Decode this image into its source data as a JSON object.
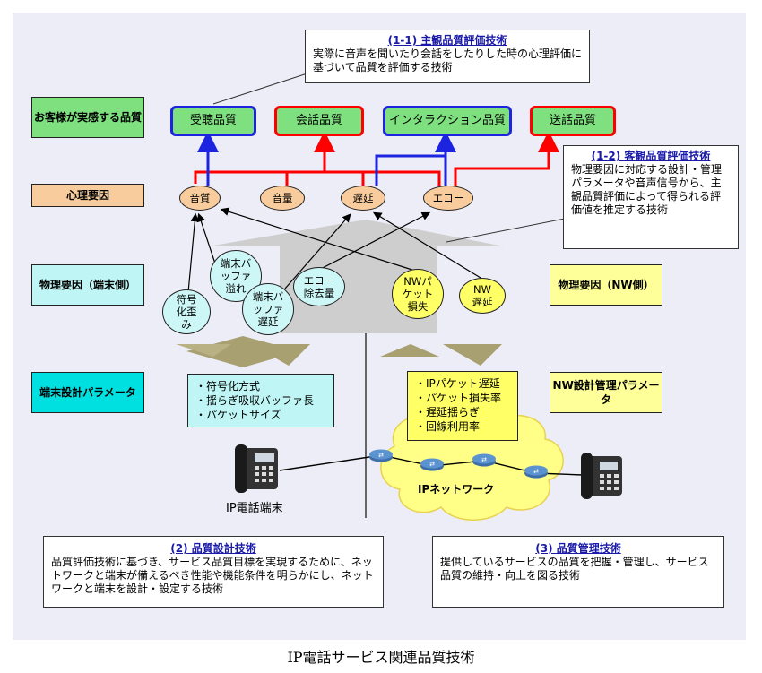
{
  "title": "IP電話サービス関連品質技術",
  "rows": {
    "customer_quality": "お客様が実感する品質",
    "psychological": "心理要因",
    "physical_terminal": "物理要因（端末側）",
    "physical_nw": "物理要因（NW側）",
    "terminal_params": "端末設計パラメータ",
    "nw_params": "NW設計管理パラメータ"
  },
  "quality_boxes": [
    "受聴品質",
    "会話品質",
    "インタラクション品質",
    "送話品質"
  ],
  "psych_factors": [
    "音質",
    "音量",
    "遅延",
    "エコー"
  ],
  "terminal_factors": [
    "端末バッファ溢れ",
    "符号化歪み",
    "端末バッファ遅延",
    "エコー除去量"
  ],
  "nw_factors": [
    "NWパケット損失",
    "NW遅延"
  ],
  "terminal_param_items": [
    "・符号化方式",
    "・揺らぎ吸収バッファ長",
    "・パケットサイズ"
  ],
  "nw_param_items": [
    "・IPパケット遅延",
    "・パケット損失率",
    "・遅延揺らぎ",
    "・回線利用率"
  ],
  "callouts": {
    "subjective": {
      "title": "(1-1) 主観品質評価技術",
      "body": "実際に音声を聞いたり会話をしたりした時の心理評価に基づいて品質を評価する技術"
    },
    "objective": {
      "title": "(1-2) 客観品質評価技術",
      "body": "物理要因に対応する設計・管理パラメータや音声信号から、主観品質評価によって得られる評価値を推定する技術"
    },
    "design": {
      "title": "(2) 品質設計技術",
      "body": "品質評価技術に基づき、サービス品質目標を実現するために、ネットワークと端末が備えるべき性能や機能条件を明らかにし、ネットワークと端末を設計・設定する技術"
    },
    "management": {
      "title": "(3) 品質管理技術",
      "body": "提供しているサービスの品質を把握・管理し、サービス品質の維持・向上を図る技術"
    }
  },
  "ip_phone_label": "IP電話端末",
  "ip_network_label": "IPネットワーク",
  "icons": [
    "telephone-icon",
    "router-icon",
    "cloud-shape"
  ],
  "colors": {
    "panel_bg": "#ededf7",
    "quality_green": "#7fe07f",
    "psych_orange": "#f8cc9c",
    "terminal_cyan": "#cdf7f7",
    "nw_yellow": "#ffff99",
    "teal": "#00e0e0",
    "link_blue": "#1c24e0",
    "link_red": "#ff0000",
    "title_blue": "#1a1aa8",
    "arrow_gray": "#c8c8c8",
    "triangle_olive": "#a8a070"
  }
}
